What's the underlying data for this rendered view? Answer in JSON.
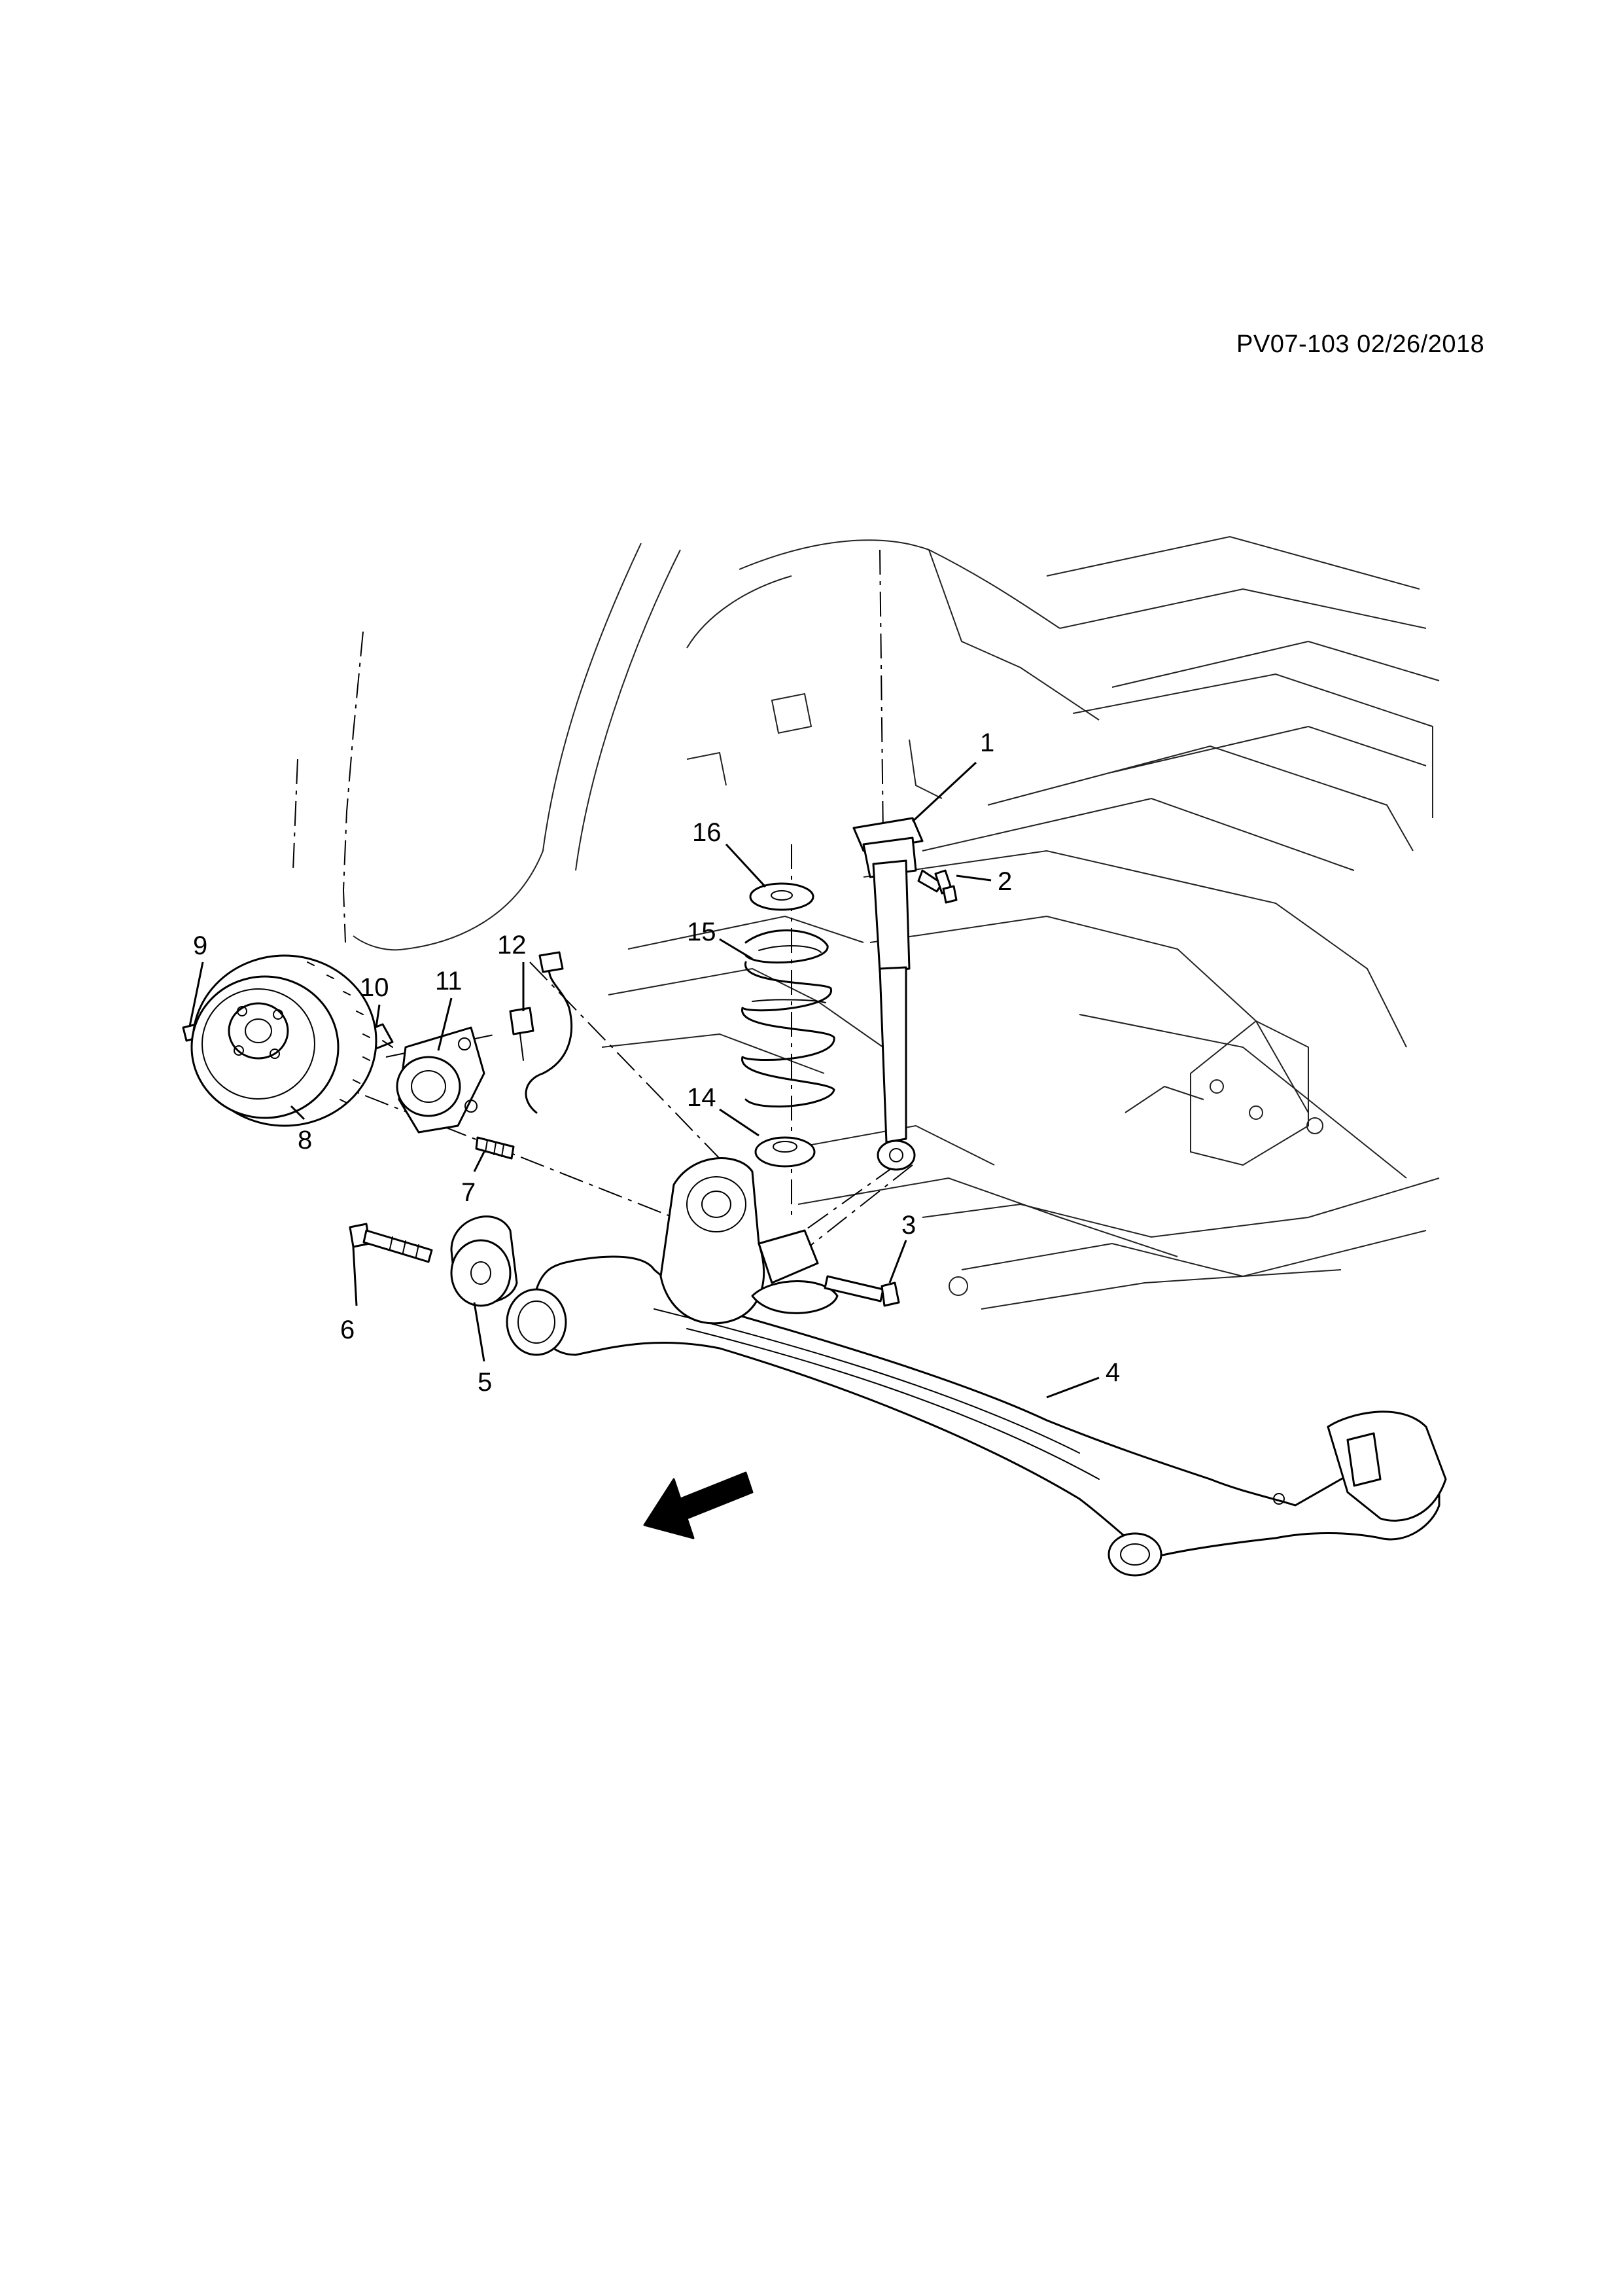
{
  "diagram": {
    "document_id": "PV07-103 02/26/2018",
    "front_indicator": "FRT",
    "callouts": [
      "1",
      "2",
      "3",
      "4",
      "5",
      "6",
      "7",
      "8",
      "9",
      "10",
      "11",
      "12",
      "14",
      "15",
      "16"
    ]
  }
}
